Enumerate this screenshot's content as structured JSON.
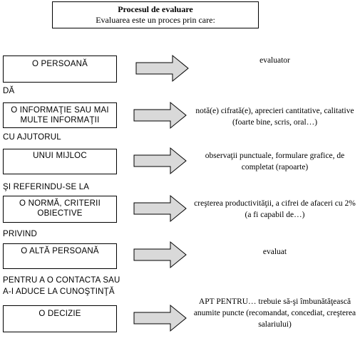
{
  "title": {
    "heading": "Procesul de evaluare",
    "subheading": "Evaluarea este un proces prin care:"
  },
  "rows": [
    {
      "left": [
        "O PERSOANĂ"
      ],
      "right": "evaluator",
      "connector": [
        "DĂ"
      ]
    },
    {
      "left": [
        "O INFORMAŢIE SAU MAI",
        "MULTE INFORMAŢII"
      ],
      "right": "notă(e) cifrată(e), aprecieri cantitative, calitative (foarte bine, scris, oral…)",
      "connector": [
        "CU AJUTORUL"
      ]
    },
    {
      "left": [
        "UNUI MIJLOC"
      ],
      "right": "observaţii punctuale, formulare grafice, de completat (rapoarte)",
      "connector": [
        "ŞI REFERINDU-SE LA"
      ]
    },
    {
      "left": [
        "O NORMĂ, CRITERII",
        "OBIECTIVE"
      ],
      "right": "creşterea productivităţii, a cifrei de afaceri cu 2% (a fi capabil de…)",
      "connector": [
        "PRIVIND"
      ]
    },
    {
      "left": [
        "O ALTĂ PERSOANĂ"
      ],
      "right": "evaluat",
      "connector": [
        "PENTRU A O CONTACTA SAU",
        "A-I ADUCE LA CUNOŞTINŢĂ"
      ]
    },
    {
      "left": [
        "O DECIZIE"
      ],
      "right": "APT PENTRU… trebuie să-şi îmbunătăţească anumite puncte (recomandat, concediat, creşterea salariului)"
    }
  ]
}
